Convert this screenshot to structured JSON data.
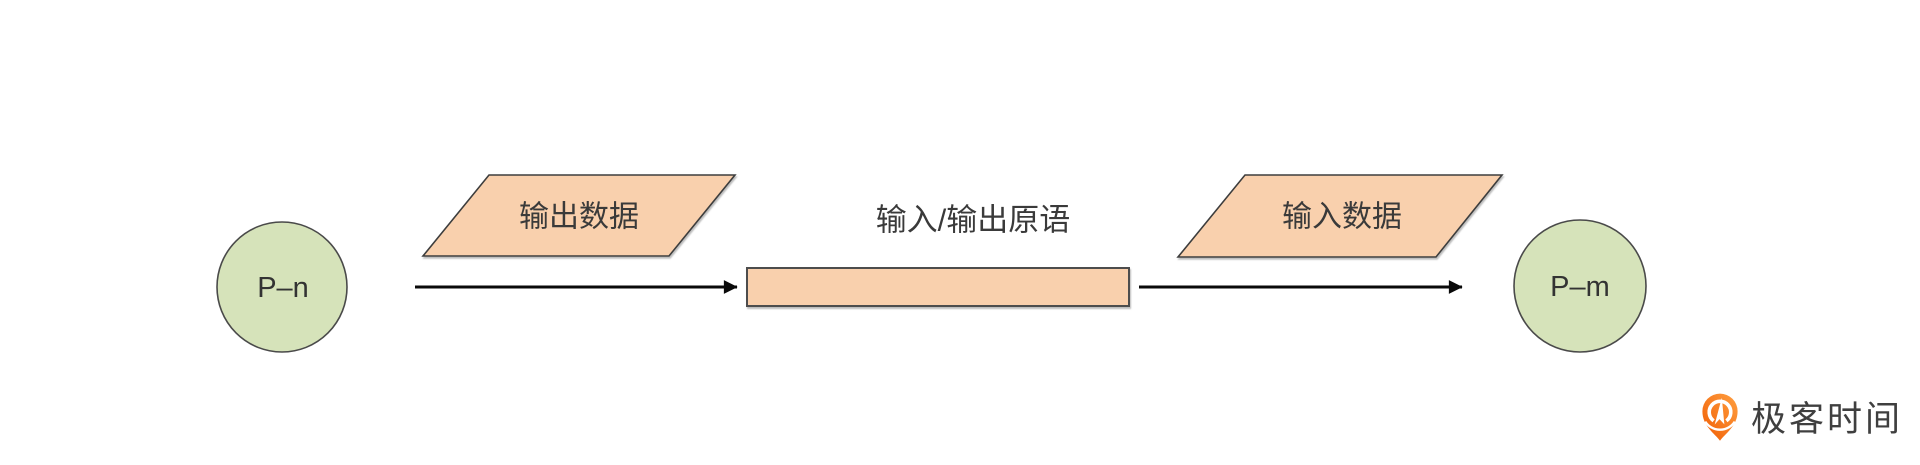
{
  "diagram": {
    "process_left": {
      "label": "P–n"
    },
    "process_right": {
      "label": "P–m"
    },
    "output_data_label": "输出数据",
    "io_primitive_label": "输入/输出原语",
    "input_data_label": "输入数据"
  },
  "logo": {
    "text": "极客时间"
  },
  "colors": {
    "background": "#ffffff",
    "process_fill": "#d6e3ba",
    "process_stroke": "#4a4a4a",
    "data_fill": "#f9d0ad",
    "data_stroke": "#4d4d4d",
    "arrow": "#0a0a0a",
    "label_text": "#3a3a3a",
    "node_text": "#333333",
    "logo_orange_light": "#ffa041",
    "logo_orange_dark": "#f05b02",
    "logo_text": "#3f3f3f"
  }
}
